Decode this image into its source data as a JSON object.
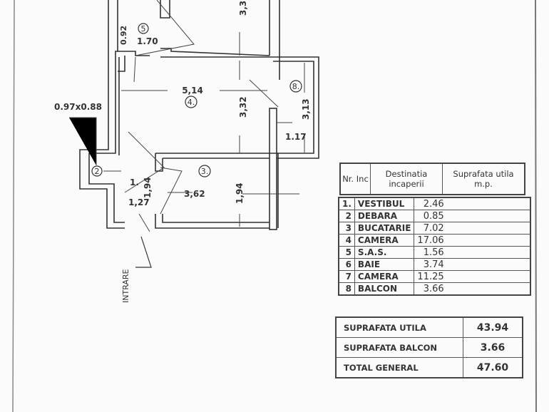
{
  "plan": {
    "dimensions": {
      "room7_height": "3,3",
      "sas_width": "0.92",
      "sas_length": "1.70",
      "room4_width": "5,14",
      "room4_height": "3,32",
      "balcony_height": "3,13",
      "balcony_width": "1.17",
      "debara_size": "0.97x0.88",
      "vestibul_height": "1,94",
      "vestibul_width": "1,27",
      "kitchen_width": "3,62",
      "kitchen_height": "1,94"
    },
    "room_markers": {
      "r1": "1.",
      "r2": "2",
      "r3": "3.",
      "r4": "4.",
      "r5": "5",
      "r8": "8."
    },
    "entrance_label": "INTRARE"
  },
  "rooms_table": {
    "headers": [
      "Nr. Inc",
      "Destinatia incaperii",
      "Suprafata utila m.p."
    ],
    "rows": [
      {
        "nr": "1.",
        "name": "VESTIBUL",
        "area": "2.46"
      },
      {
        "nr": "2",
        "name": "DEBARA",
        "area": "0.85"
      },
      {
        "nr": "3",
        "name": "BUCATARIE",
        "area": "7.02"
      },
      {
        "nr": "4",
        "name": "CAMERA",
        "area": "17.06"
      },
      {
        "nr": "5",
        "name": "S.A.S.",
        "area": "1.56"
      },
      {
        "nr": "6",
        "name": "BAIE",
        "area": "3.74"
      },
      {
        "nr": "7",
        "name": "CAMERA",
        "area": "11.25"
      },
      {
        "nr": "8",
        "name": "BALCON",
        "area": "3.66"
      }
    ]
  },
  "summary_table": {
    "rows": [
      {
        "label": "SUPRAFATA UTILA",
        "value": "43.94"
      },
      {
        "label": "SUPRAFATA BALCON",
        "value": "3.66"
      },
      {
        "label": "TOTAL GENERAL",
        "value": "47.60"
      }
    ]
  }
}
